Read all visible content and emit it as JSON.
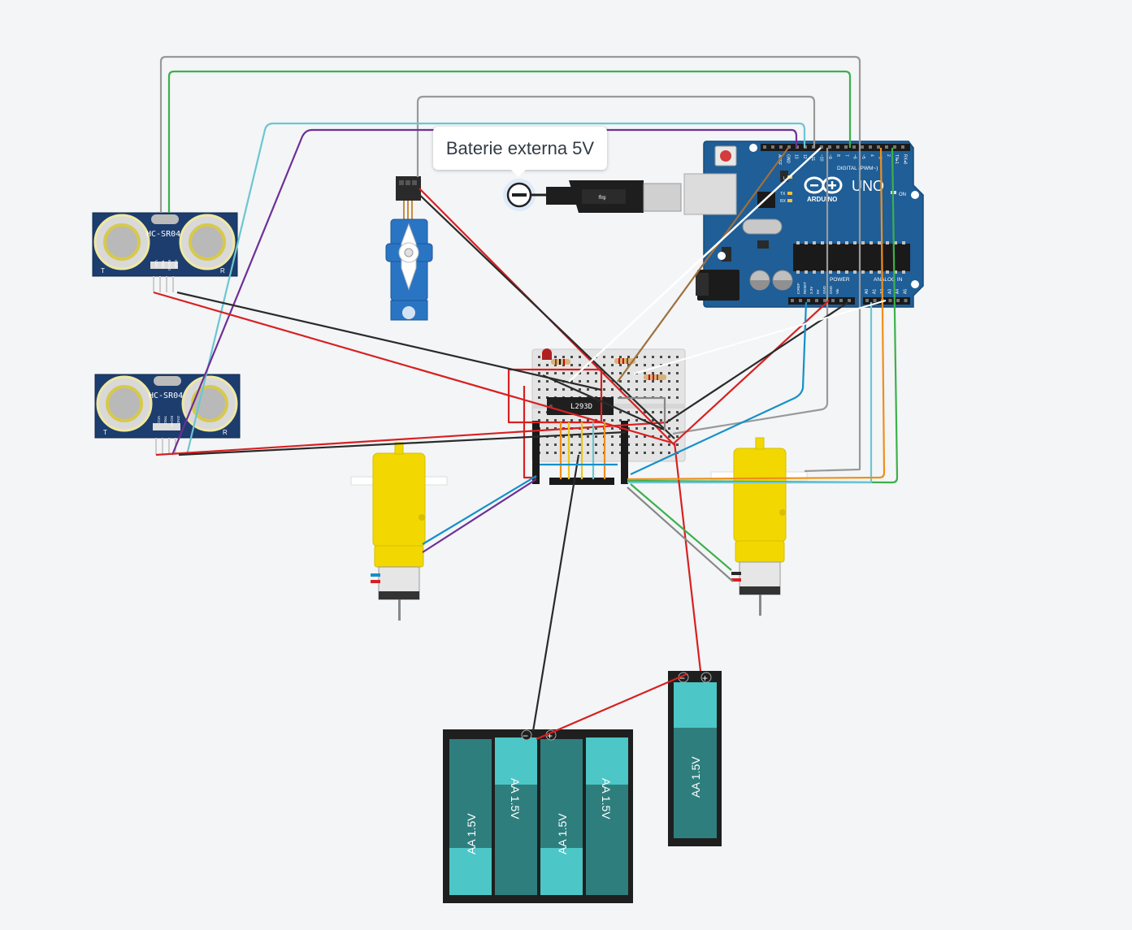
{
  "tooltip": {
    "label": "Baterie externa 5V"
  },
  "ultrasonic_sensors": [
    {
      "model": "HC-SR04",
      "pins": [
        "VCC",
        "TRIG",
        "ECHO",
        "GND"
      ],
      "left_mark": "T",
      "right_mark": "R"
    },
    {
      "model": "HC-SR04",
      "pins": [
        "VCC",
        "TRIG",
        "ECHO",
        "GND"
      ],
      "left_mark": "T",
      "right_mark": "R"
    }
  ],
  "arduino": {
    "logo": "ARDUINO",
    "model": "UNO",
    "on_label": "ON",
    "digital_label": "DIGITAL (PWM~)",
    "power_label": "POWER",
    "analog_label": "ANALOG IN",
    "led_labels": [
      "L",
      "TX",
      "RX"
    ],
    "top_pins": [
      "AREF",
      "GND",
      "13",
      "12",
      "~11",
      "~10",
      "~9",
      "8",
      "7",
      "~6",
      "~5",
      "4",
      "~3",
      "2",
      "TX▸1",
      "RX◂0"
    ],
    "power_pins": [
      "IOREF",
      "RESET",
      "3.3V",
      "5V",
      "GND",
      "GND",
      "Vin"
    ],
    "analog_pins": [
      "A0",
      "A1",
      "A2",
      "A3",
      "A4",
      "A5"
    ]
  },
  "driver_chip": {
    "label": "L293D"
  },
  "battery_cells": [
    "AA 1.5V",
    "AA 1.5V",
    "AA 1.5V",
    "AA 1.5V",
    "AA 1.5V"
  ],
  "battery_terminals": {
    "minus": "−",
    "plus": "+"
  },
  "colors": {
    "background": "#f3f5f7",
    "arduino_blue": "#1f5e97",
    "sensor_blue": "#1c3d6e",
    "motor_yellow": "#f2d800",
    "battery_teal": "#2e7e7e",
    "battery_cap": "#4cc6c6",
    "wire_red": "#d92020",
    "wire_black": "#2a2a2a",
    "wire_gray": "#999999",
    "wire_green": "#3db04a",
    "wire_cyan": "#6cc6d0",
    "wire_purple": "#6f2f95",
    "wire_blue": "#1590c9",
    "wire_orange": "#ef8f1c",
    "wire_brown": "#a0703c",
    "wire_white": "#ffffff",
    "wire_yellow": "#e8c61a"
  }
}
